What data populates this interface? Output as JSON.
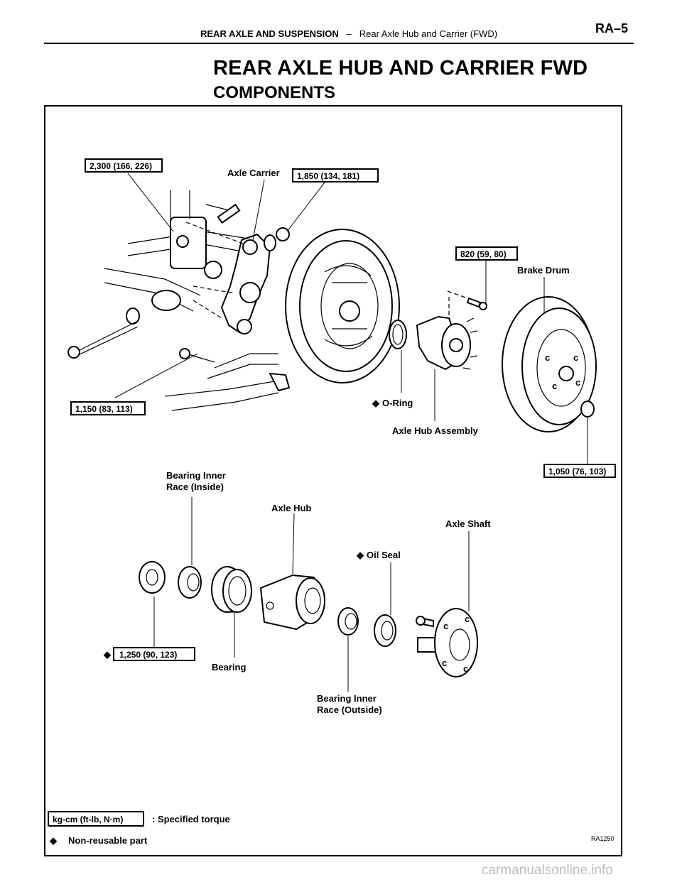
{
  "header": {
    "section": "REAR AXLE AND SUSPENSION",
    "separator": "–",
    "subsection": "Rear Axle Hub and Carrier (FWD)",
    "page_number": "RA–5"
  },
  "title": "REAR AXLE HUB AND CARRIER FWD",
  "subtitle": "COMPONENTS",
  "diagram": {
    "torque_boxes": {
      "t1": "2,300 (166, 226)",
      "t2": "1,850 (134, 181)",
      "t3": "820 (59, 80)",
      "t4": "1,150 (83, 113)",
      "t5": "1,050 (76, 103)",
      "t6": "1,250 (90, 123)"
    },
    "labels": {
      "axle_carrier": "Axle Carrier",
      "brake_drum": "Brake Drum",
      "o_ring": "O-Ring",
      "axle_hub_assembly": "Axle Hub Assembly",
      "bearing_inner_race_inside_1": "Bearing Inner",
      "bearing_inner_race_inside_2": "Race (Inside)",
      "axle_hub": "Axle Hub",
      "axle_shaft": "Axle Shaft",
      "oil_seal": "Oil Seal",
      "bearing": "Bearing",
      "bearing_inner_race_outside_1": "Bearing Inner",
      "bearing_inner_race_outside_2": "Race (Outside)"
    },
    "non_reusable_mark": "◆",
    "legend": {
      "unit_box": "kg-cm (ft-lb, N·m)",
      "unit_desc": ": Specified torque",
      "nonreusable_desc": "Non-reusable part"
    },
    "figure_code": "RA1250"
  },
  "watermark": "carmanualsonline.info"
}
